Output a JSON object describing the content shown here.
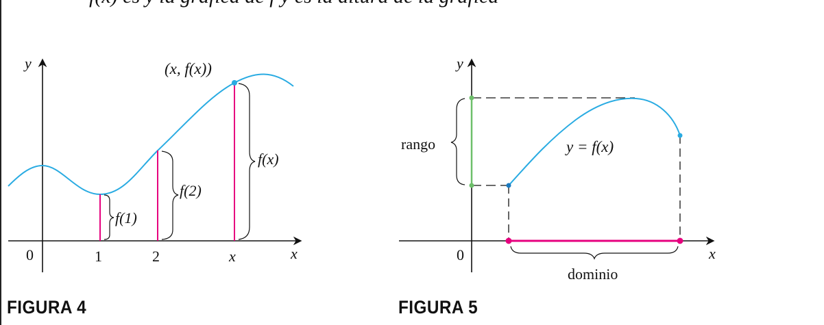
{
  "header_text": "f(x) es y la gráfica de f y es la altura de la gráfica",
  "figure4": {
    "caption": "FIGURA 4",
    "axis_x": "x",
    "axis_y": "y",
    "origin": "0",
    "tick_1": "1",
    "tick_2": "2",
    "tick_x": "x",
    "point_label": "(x, f(x))",
    "brace_f1": "f(1)",
    "brace_f2": "f(2)",
    "brace_fx": "f(x)"
  },
  "figure5": {
    "caption": "FIGURA 5",
    "axis_x": "x",
    "axis_y": "y",
    "origin": "0",
    "curve_label": "y = f(x)",
    "range_label": "rango",
    "domain_label": "dominio"
  },
  "colors": {
    "curve": "#29abe2",
    "height_segment": "#e6007e",
    "domain_segment": "#e6007e",
    "range_segment": "#6dbf6a",
    "axis": "#111111"
  }
}
